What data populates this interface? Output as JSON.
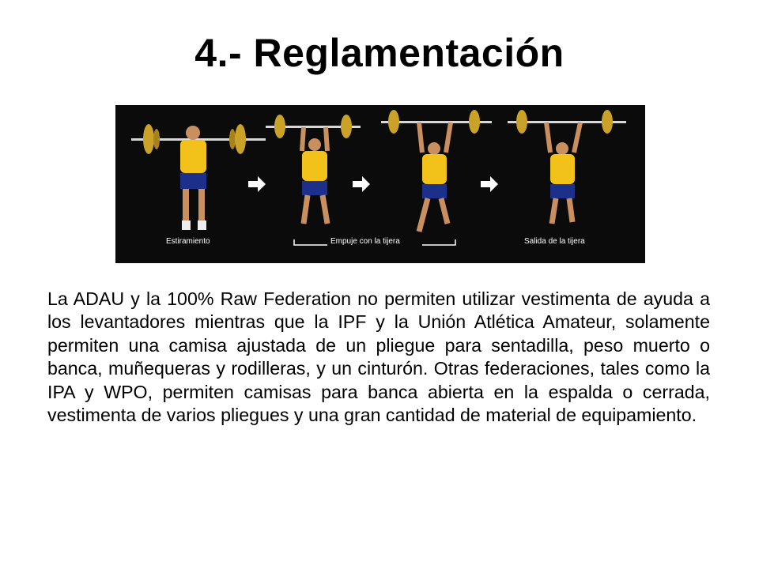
{
  "slide": {
    "title": "4.- Reglamentación",
    "body": "La ADAU y la 100% Raw Federation no permiten utilizar vestimenta de ayuda a los levantadores mientras que la IPF y la Unión Atlética Amateur, solamente permiten una camisa ajustada de un pliegue para sentadilla, peso muerto o banca, muñequeras y rodilleras, y un cinturón. Otras federaciones, tales como la IPA y WPO, permiten camisas para banca abierta en la espalda o cerrada, vestimenta de varios pliegues y una gran cantidad de material de equipamiento."
  },
  "figure": {
    "captions": [
      "Estiramiento",
      "Empuje con la tijera",
      "Salida de la tijera"
    ],
    "colors": {
      "background": "#0b0b0b",
      "plate": "#c9a227",
      "bar": "#d8d8d8",
      "shirt": "#f2c21a",
      "shorts": "#1c2f8a",
      "skin": "#c98f5e",
      "arrow": "#ffffff"
    }
  }
}
